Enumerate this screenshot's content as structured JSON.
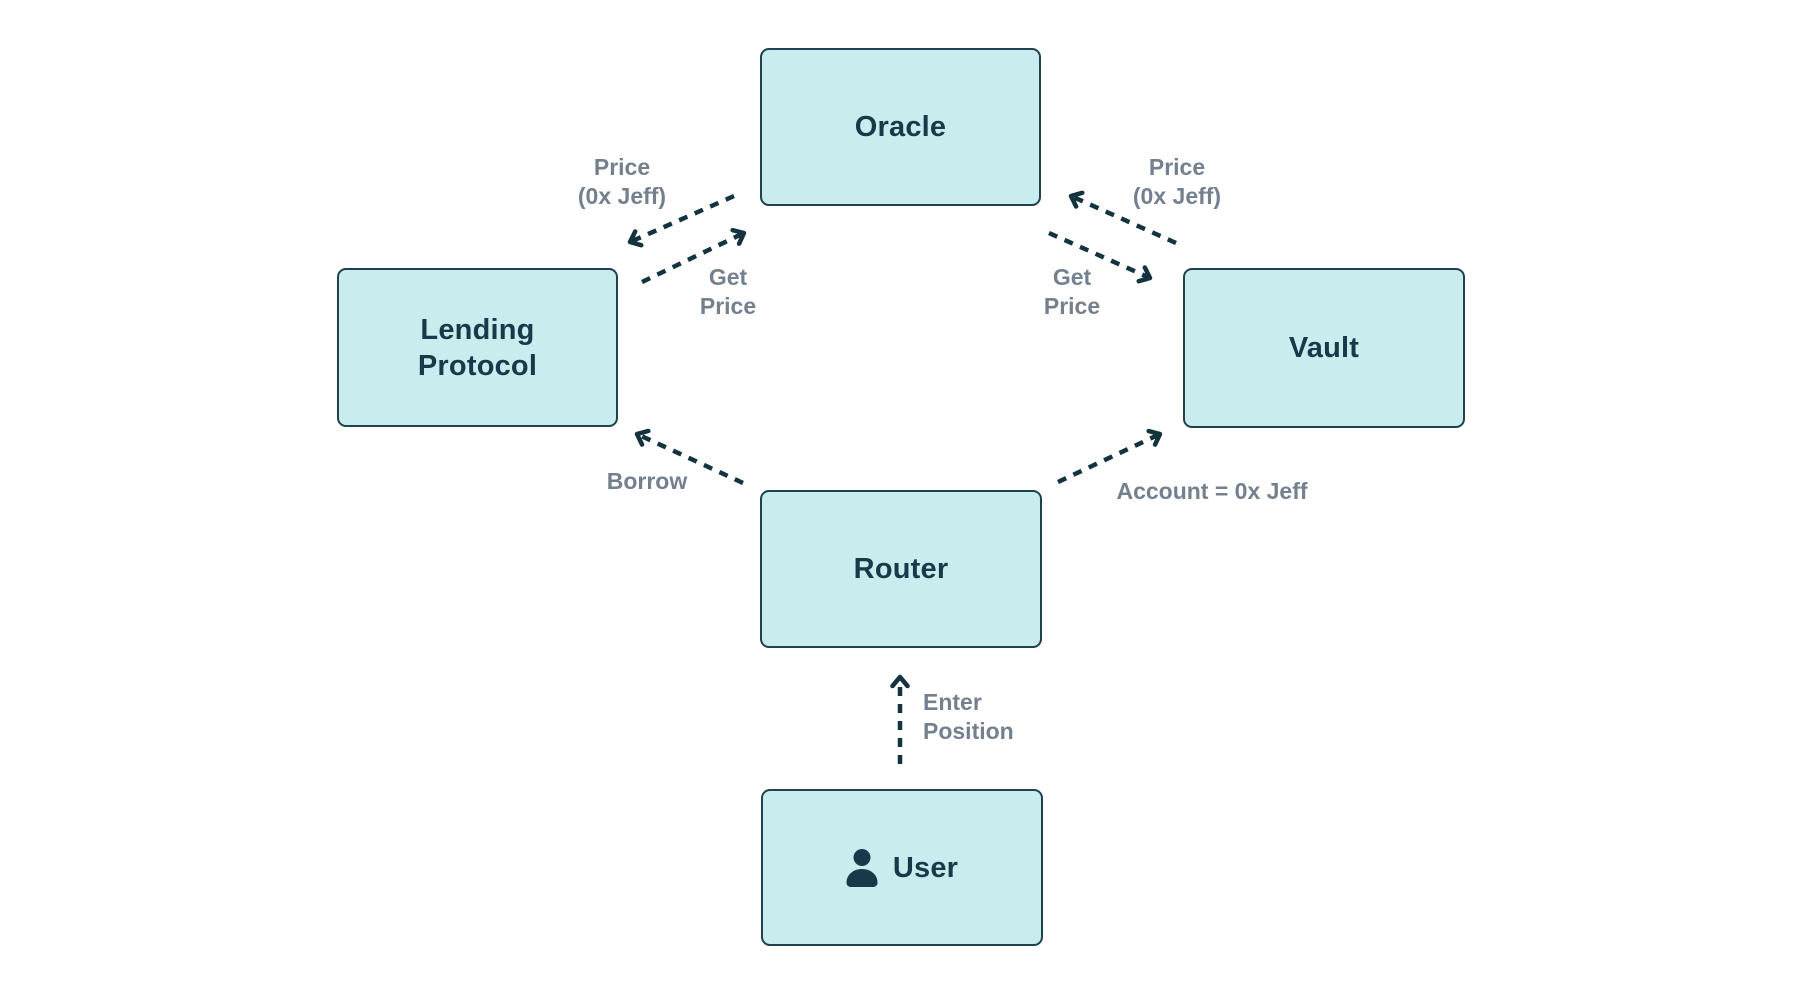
{
  "diagram": {
    "colors": {
      "node_fill": "#c9ecee",
      "node_border": "#1f4150",
      "node_text": "#173a4b",
      "arrow": "#13333e",
      "label_text": "#75808f",
      "background": "#ffffff"
    },
    "nodes": [
      {
        "id": "oracle",
        "label": "Oracle"
      },
      {
        "id": "lending-protocol",
        "label": "Lending\nProtocol"
      },
      {
        "id": "vault",
        "label": "Vault"
      },
      {
        "id": "router",
        "label": "Router"
      },
      {
        "id": "user",
        "label": "User",
        "icon": "user-icon"
      }
    ],
    "edge_labels": [
      {
        "id": "price-left",
        "text": "Price\n(0x Jeff)",
        "from": "Oracle",
        "to": "Lending Protocol"
      },
      {
        "id": "get-price-left",
        "text": "Get\nPrice",
        "from": "Lending Protocol",
        "to": "Oracle"
      },
      {
        "id": "price-right",
        "text": "Price\n(0x Jeff)",
        "from": "Oracle",
        "to": "Vault"
      },
      {
        "id": "get-price-right",
        "text": "Get\nPrice",
        "from": "Vault",
        "to": "Oracle"
      },
      {
        "id": "borrow",
        "text": "Borrow",
        "from": "Router",
        "to": "Lending Protocol"
      },
      {
        "id": "account",
        "text": "Account = 0x Jeff",
        "from": "Router",
        "to": "Vault"
      },
      {
        "id": "enter-position",
        "text": "Enter\nPosition",
        "from": "User",
        "to": "Router"
      }
    ],
    "arrow_style": "dashed"
  }
}
